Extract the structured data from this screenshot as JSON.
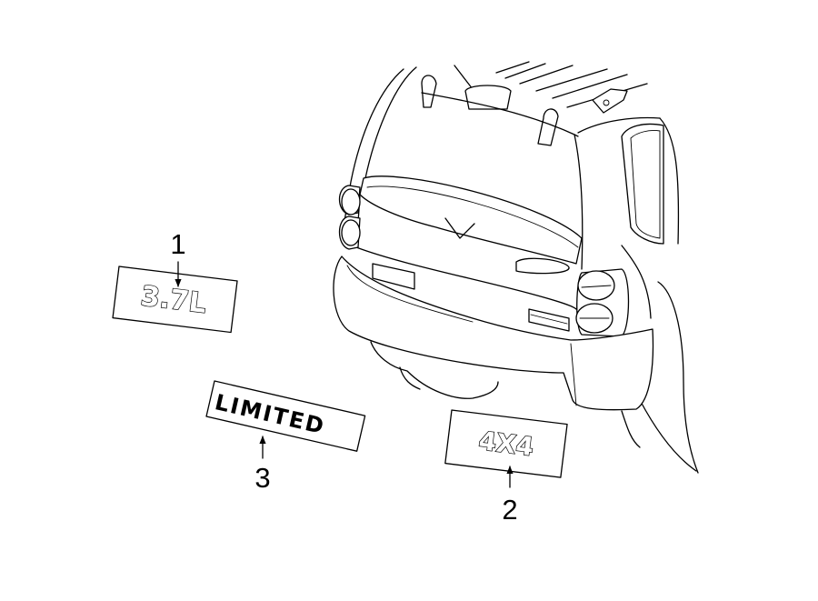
{
  "parts": [
    {
      "callout": "1",
      "badge_text": "3.7L"
    },
    {
      "callout": "2",
      "badge_text": "4X4"
    },
    {
      "callout": "3",
      "badge_text": "LIMITED"
    }
  ]
}
